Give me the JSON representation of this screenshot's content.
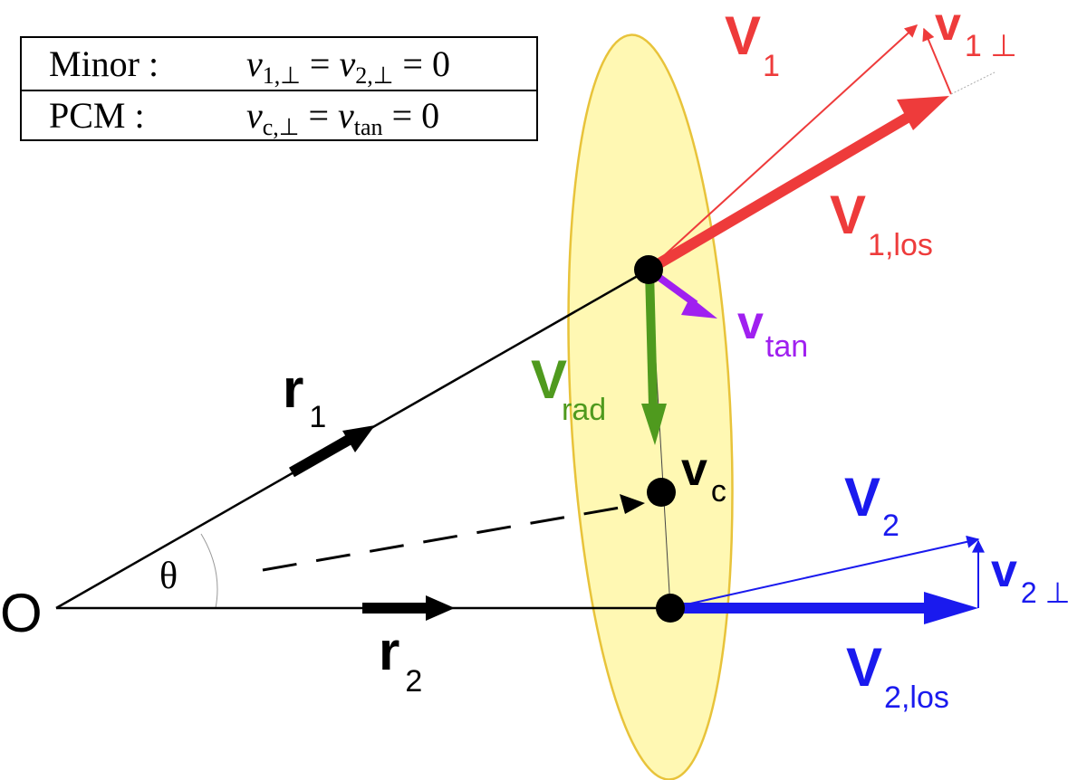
{
  "legend": {
    "minor": {
      "name": "Minor :",
      "lhs_var": "v",
      "lhs_sub": "1,⊥",
      "eq1": " = ",
      "mid_var": "v",
      "mid_sub": "2,⊥",
      "eq2": " = 0"
    },
    "pcm": {
      "name": "PCM :",
      "lhs_var": "v",
      "lhs_sub": "c,⊥",
      "eq1": " = ",
      "mid_var": "v",
      "mid_sub": "tan",
      "eq2": " = 0"
    }
  },
  "labels": {
    "origin": "O",
    "theta": "θ",
    "r1": {
      "main": "r",
      "sub": "1"
    },
    "r2": {
      "main": "r",
      "sub": "2"
    },
    "V1": {
      "main": "V",
      "sub": "1"
    },
    "v1perp": {
      "main": "v",
      "sub": "1 ⊥"
    },
    "V1los": {
      "main": "V",
      "sub": "1,los"
    },
    "vtan": {
      "main": "v",
      "sub": "tan"
    },
    "Vrad": {
      "main": "V",
      "sub": "rad"
    },
    "vc": {
      "main": "v",
      "sub": "c"
    },
    "V2": {
      "main": "V",
      "sub": "2"
    },
    "v2perp": {
      "main": "v",
      "sub": "2 ⊥"
    },
    "V2los": {
      "main": "V",
      "sub": "2,los"
    }
  },
  "colors": {
    "red": "#ee3b3b",
    "blue": "#1a1aee",
    "green": "#4f9a1e",
    "purple": "#a020f0",
    "ellipse_fill": "#fff59a",
    "ellipse_stroke": "#e8c33a",
    "black": "#000000"
  }
}
